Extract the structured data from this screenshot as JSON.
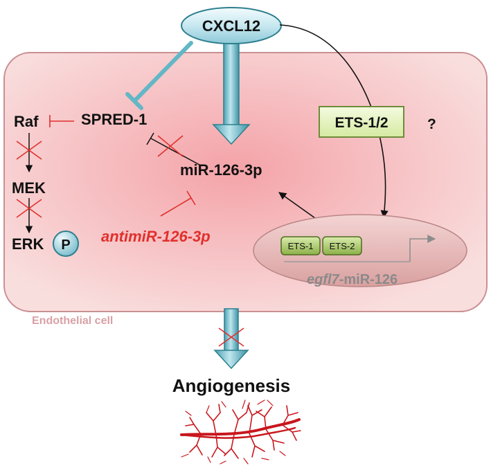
{
  "ligand": "CXCL12",
  "cell": {
    "label": "Endothelial cell",
    "colors": {
      "center": "#f4a3a8",
      "edge": "#f9dede",
      "border": "#c98f92",
      "label": "#d9a0a5"
    }
  },
  "kinase_cascade": {
    "nodes": [
      "Raf",
      "MEK",
      "ERK"
    ],
    "phospho_badge": "P",
    "inhibitor": "SPRED-1"
  },
  "mirna": "miR-126-3p",
  "antagomir": "antimiR-126-3p",
  "transcription_factor_box": "ETS-1/2",
  "question_mark": "?",
  "nucleus": {
    "factors": [
      "ETS-1",
      "ETS-2"
    ],
    "gene_italic": "egfl7",
    "gene_rest": "-miR-126"
  },
  "outcome": "Angiogenesis",
  "colors": {
    "arrow_blue": "#63b7c6",
    "arrow_blue_dark": "#2c7f8d",
    "inhibit_red": "#e0302c",
    "ets_box_fill": "#e4f2bf",
    "ets_small_fill": "#b6d37a",
    "nucleus_fill": "#e6b7b6",
    "vessel_red": "#c8171d"
  },
  "icons": [
    "oval-ligand",
    "phospho-circle",
    "block-cross",
    "inhibition-bar",
    "vessel-drawing"
  ]
}
